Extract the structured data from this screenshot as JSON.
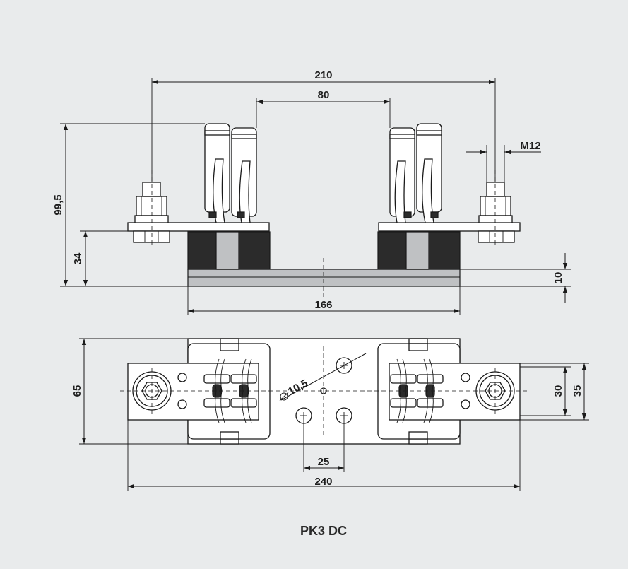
{
  "dimensions": {
    "top_view": {
      "overall_length": "210",
      "contact_spacing": "80",
      "thread": "M12",
      "total_height": "99,5",
      "mount_height": "34",
      "base_thickness": "10",
      "base_length": "166"
    },
    "plan_view": {
      "width": "65",
      "hole_diameter": "10,5",
      "hole_spacing": "25",
      "overall_length": "240",
      "terminal_width_inner": "30",
      "terminal_width_outer": "35"
    }
  },
  "caption": "PK3 DC"
}
